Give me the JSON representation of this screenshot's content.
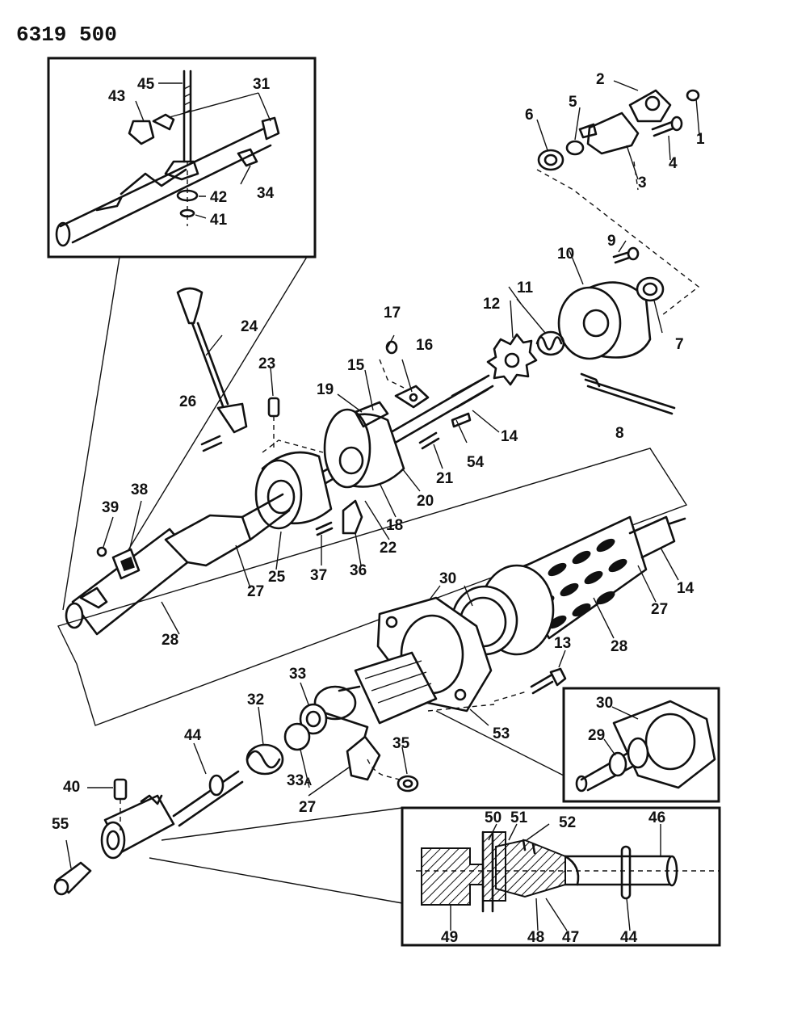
{
  "diagram_id": "6319 500",
  "labels": {
    "l1": "1",
    "l2": "2",
    "l3": "3",
    "l4": "4",
    "l5": "5",
    "l6": "6",
    "l7": "7",
    "l8": "8",
    "l9": "9",
    "l10": "10",
    "l11": "11",
    "l12": "12",
    "l13": "13",
    "l14a": "14",
    "l14b": "14",
    "l15": "15",
    "l16": "16",
    "l17": "17",
    "l18": "18",
    "l19": "19",
    "l20": "20",
    "l21": "21",
    "l22": "22",
    "l23": "23",
    "l24": "24",
    "l25": "25",
    "l26": "26",
    "l27a": "27",
    "l27b": "27",
    "l27c": "27",
    "l28a": "28",
    "l28b": "28",
    "l29": "29",
    "l30a": "30",
    "l30b": "30",
    "l31": "31",
    "l32": "32",
    "l33": "33",
    "l33a": "33",
    "l33a_suffix": "A",
    "l34": "34",
    "l35": "35",
    "l36": "36",
    "l37": "37",
    "l38": "38",
    "l39": "39",
    "l40": "40",
    "l41": "41",
    "l42": "42",
    "l43": "43",
    "l44a": "44",
    "l44b": "44",
    "l45": "45",
    "l46": "46",
    "l47": "47",
    "l48": "48",
    "l49": "49",
    "l50": "50",
    "l51": "51",
    "l52": "52",
    "l53": "53",
    "l54": "54",
    "l55": "55"
  }
}
